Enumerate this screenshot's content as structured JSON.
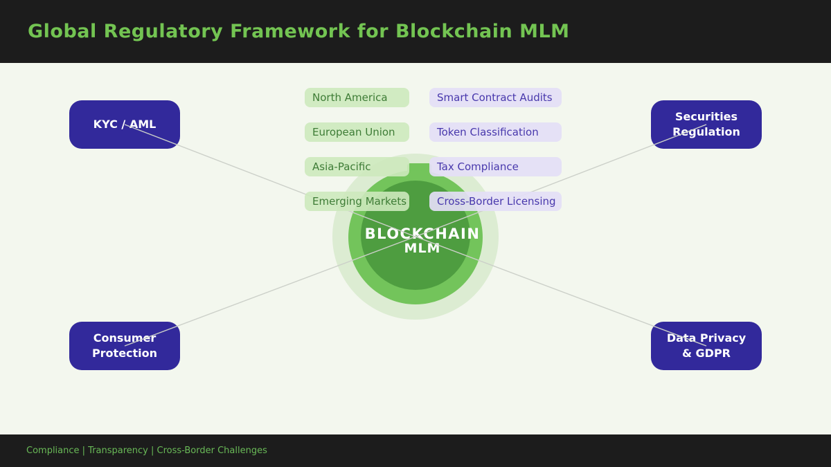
{
  "header": {
    "title": "Global Regulatory Framework for Blockchain MLM"
  },
  "center": {
    "title_line1": "BLOCKCHAIN",
    "title_line2": "MLM"
  },
  "nodes": {
    "kyc": {
      "lines": [
        "KYC / AML"
      ]
    },
    "securities": {
      "lines": [
        "Securities",
        "Regulation"
      ]
    },
    "consumer": {
      "lines": [
        "Consumer",
        "Protection"
      ]
    },
    "privacy": {
      "lines": [
        "Data Privacy",
        "& GDPR"
      ]
    }
  },
  "regions": [
    "North America",
    "European Union",
    "Asia-Pacific",
    "Emerging Markets"
  ],
  "compliance_topics": [
    "Smart Contract Audits",
    "Token Classification",
    "Tax Compliance",
    "Cross-Border Licensing"
  ],
  "footer": {
    "text": "Compliance | Transparency | Cross-Border Challenges"
  },
  "colors": {
    "header_bg": "#1c1c1c",
    "title_green": "#73c452",
    "node_indigo": "#32299b",
    "circle_inner": "#4e9d40",
    "circle_middle": "#73c45b",
    "circle_halo": "#dcecd2",
    "pill_green_bg": "#cde9bc",
    "pill_green_text": "#3e7c36",
    "pill_lavender_bg": "#e4def6",
    "pill_lavender_text": "#4838ac",
    "connector_line": "#ccd0c9",
    "canvas_bg": "#f3f7ee",
    "footer_text_green": "#69b957"
  }
}
